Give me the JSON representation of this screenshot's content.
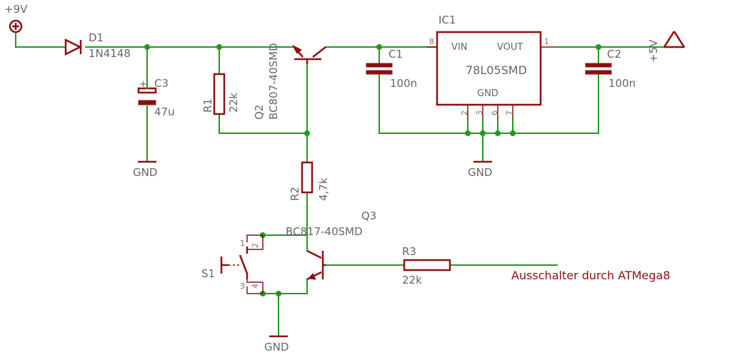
{
  "power": {
    "plus9v": "+9V",
    "plus5v": "+5V",
    "gnd_c3": "GND",
    "gnd_ic": "GND",
    "gnd_q3": "GND"
  },
  "d1": {
    "name": "D1",
    "value": "1N4148"
  },
  "c3": {
    "name": "C3",
    "value": "47u",
    "polarity": "+"
  },
  "r1": {
    "name": "R1",
    "value": "22k"
  },
  "q2": {
    "name": "Q2",
    "value": "BC807-40SMD"
  },
  "c1": {
    "name": "C1",
    "value": "100n"
  },
  "ic1": {
    "name": "IC1",
    "value": "78L05SMD",
    "pin_vin": "VIN",
    "pin_vout": "VOUT",
    "pin_gnd": "GND",
    "pin_num_vin": "8",
    "pin_num_vout": "1",
    "gnd_pins": [
      "2",
      "3",
      "6",
      "7"
    ]
  },
  "c2": {
    "name": "C2",
    "value": "100n"
  },
  "r2": {
    "name": "R2",
    "value": "4,7k"
  },
  "q3": {
    "name": "Q3",
    "value": "BC817-40SMD"
  },
  "s1": {
    "name": "S1",
    "pins": [
      "1",
      "2",
      "3",
      "4"
    ]
  },
  "r3": {
    "name": "R3",
    "value": "22k"
  },
  "net_label": "Ausschalter durch ATMega8",
  "colors": {
    "wire": "#1f9a1f",
    "part": "#8b1010",
    "label": "#666666"
  }
}
